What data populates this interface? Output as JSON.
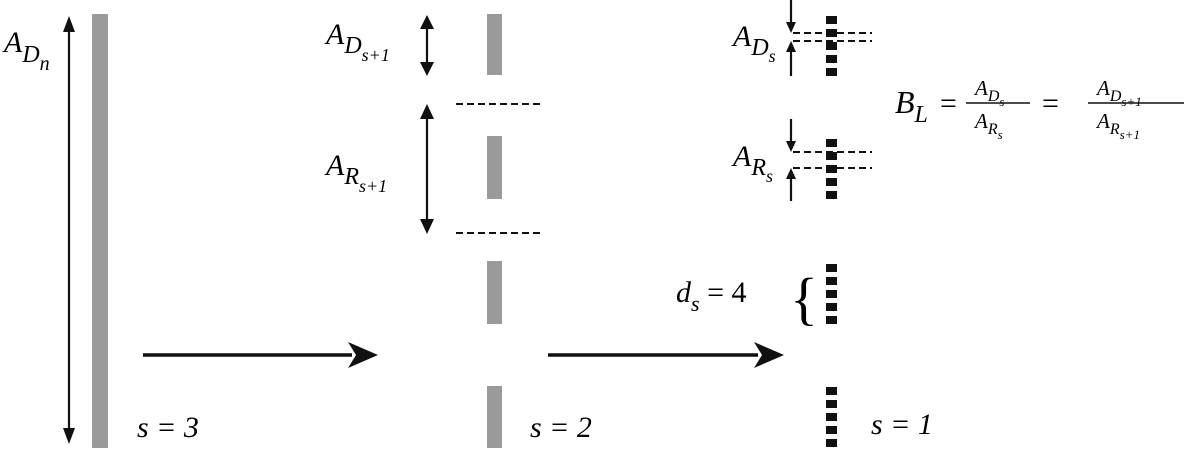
{
  "labels": {
    "a_dn": {
      "base": "A",
      "sub": "D",
      "subsub": "n"
    },
    "a_ds1": {
      "base": "A",
      "sub": "D",
      "subsub": "s+1"
    },
    "a_rs1": {
      "base": "A",
      "sub": "R",
      "subsub": "s+1"
    },
    "a_ds": {
      "base": "A",
      "sub": "D",
      "subsub": "s"
    },
    "a_rs": {
      "base": "A",
      "sub": "R",
      "subsub": "s"
    },
    "ds4": {
      "var": "d",
      "sub": "s",
      "rest": " = 4"
    },
    "s3": "s = 3",
    "s2": "s = 2",
    "s1": "s = 1"
  },
  "equation": {
    "lhs_base": "B",
    "lhs_sub": "L",
    "eq": "=",
    "frac1_num": {
      "base": "A",
      "sub": "D",
      "subsub": "s"
    },
    "frac1_den": {
      "base": "A",
      "sub": "R",
      "subsub": "s"
    },
    "frac2_num": {
      "base": "A",
      "sub": "D",
      "subsub": "s+1"
    },
    "frac2_den": {
      "base": "A",
      "sub": "R",
      "subsub": "s+1"
    }
  },
  "brace": "{",
  "colors": {
    "gray_bar": "#9a9a9a",
    "black": "#111111"
  }
}
